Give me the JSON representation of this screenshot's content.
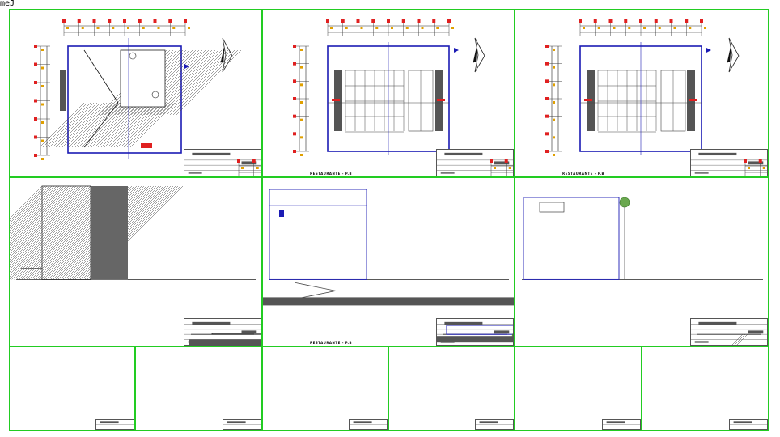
{
  "corner_label": "meJ",
  "colors": {
    "frame": "#22cc22",
    "wall": "#1b1bb4",
    "accent_red": "#e02020",
    "dimension": "#e0a000",
    "fill_dark": "#555555",
    "tree": "#6aa84f"
  },
  "icons": [
    "north-arrow-icon",
    "tree-icon",
    "table-set-icon"
  ],
  "sheets": [
    {
      "kind": "site-plan"
    },
    {
      "kind": "ground-floor-plan",
      "caption": "RESTAURANTE - P.B"
    },
    {
      "kind": "roof-plan",
      "caption": "RESTAURANTE - P.B"
    },
    {
      "kind": "first-floor-plan"
    },
    {
      "kind": "roof-plan",
      "caption": "RESTAURANTE - P.B"
    },
    {
      "kind": "first-floor-plan"
    }
  ],
  "elevations": [
    {
      "kind": "front-elevation"
    },
    {
      "kind": "side-elevation"
    },
    {
      "kind": "section-a"
    },
    {
      "kind": "section-b"
    },
    {
      "kind": "rear-elevation"
    },
    {
      "kind": "side-elevation-2"
    }
  ]
}
